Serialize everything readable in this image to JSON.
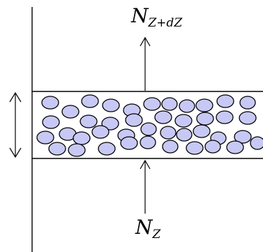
{
  "labels": {
    "flux_top": {
      "main": "N",
      "sub": "Z+dZ"
    },
    "flux_bottom": {
      "main": "N",
      "sub": "Z"
    }
  },
  "colors": {
    "stroke": "#000000",
    "particle_fill": "#c8c8f5",
    "layer_fill": "#ffffff"
  }
}
